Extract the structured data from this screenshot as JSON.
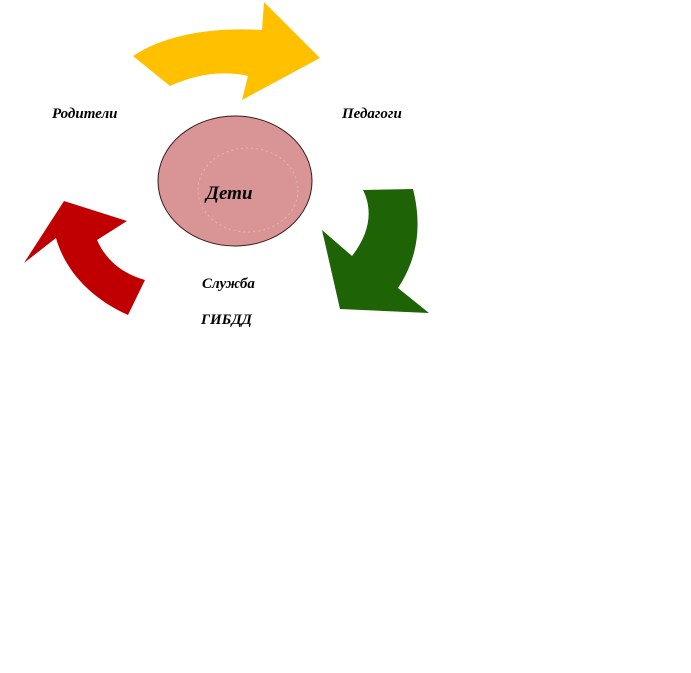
{
  "labels": {
    "parents": "Родители",
    "teachers": "Педагоги",
    "service_line1": "Служба",
    "service_line2": "ГИБДД",
    "children": "Дети"
  },
  "colors": {
    "arrow_top": "#FFC000",
    "arrow_right": "#1E6407",
    "arrow_left": "#C00000",
    "center_fill": "#D99595",
    "center_stroke": "#3A1A1A"
  }
}
